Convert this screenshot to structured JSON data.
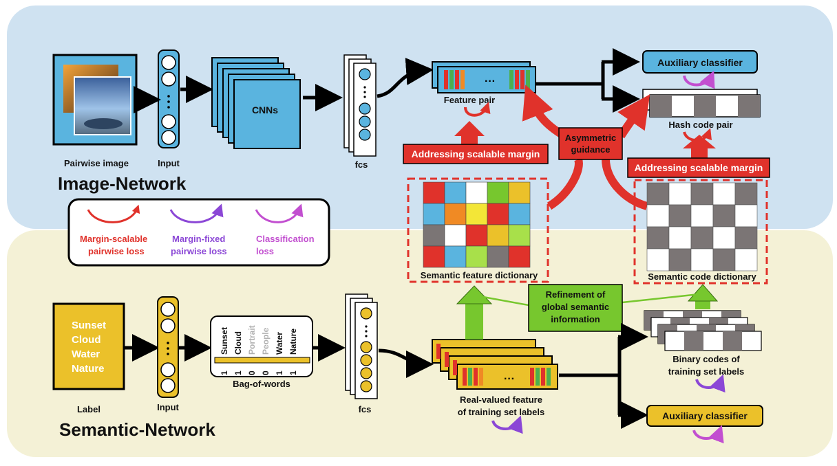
{
  "image_network": {
    "title": "Image-Network",
    "pairwise_image": "Pairwise image",
    "input": "Input",
    "cnns": "CNNs",
    "fcs": "fcs",
    "feature_pair": "Feature pair",
    "auxiliary_classifier": "Auxiliary classifier",
    "hash_code_pair": "Hash code pair",
    "asymmetric_guidance": [
      "Asymmetric",
      "guidance"
    ],
    "addressing_left": "Addressing scalable margin",
    "addressing_right": "Addressing scalable margin",
    "semantic_feature_dictionary": "Semantic feature dictionary",
    "semantic_code_dictionary": "Semantic code dictionary"
  },
  "legend": {
    "items": [
      {
        "lines": [
          "Margin-scalable",
          "pairwise loss"
        ],
        "color": "#e0322b"
      },
      {
        "lines": [
          "Margin-fixed",
          "pairwise loss"
        ],
        "color": "#8b47d6"
      },
      {
        "lines": [
          "Classification",
          "loss"
        ],
        "color": "#c24fd0"
      }
    ]
  },
  "semantic_network": {
    "title": "Semantic-Network",
    "label_words": [
      "Sunset",
      "Cloud",
      "Water",
      "Nature"
    ],
    "label": "Label",
    "input": "Input",
    "bag_of_words_terms": [
      "Sunset",
      "Cloud",
      "Portrait",
      "People",
      "Water",
      "Nature"
    ],
    "bag_of_words_values": [
      "1",
      "1",
      "0",
      "0",
      "1",
      "1"
    ],
    "bag_of_words_caption": "Bag-of-words",
    "fcs": "fcs",
    "real_valued_feature": [
      "Real-valued feature",
      "of training set labels"
    ],
    "refinement": [
      "Refinement of",
      "global semantic",
      "information"
    ],
    "binary_codes": [
      "Binary codes of",
      "training set labels"
    ],
    "auxiliary_classifier": "Auxiliary classifier"
  },
  "colors": {
    "top_panel": "#cfe2f1",
    "bottom_panel": "#f4f1d6",
    "blue_block": "#5ab4df",
    "yellow_block": "#ebc12a",
    "red_box": "#e0322b",
    "green_box": "#77c72e"
  }
}
